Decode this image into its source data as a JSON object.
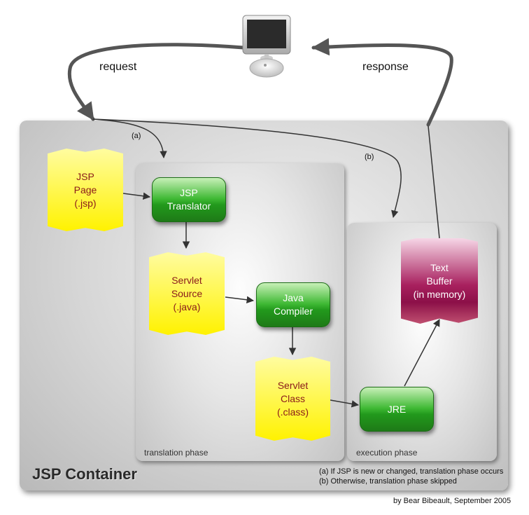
{
  "flow_labels": {
    "request": "request",
    "response": "response",
    "path_a": "(a)",
    "path_b": "(b)"
  },
  "container": {
    "title": "JSP Container",
    "translation_phase": "translation phase",
    "execution_phase": "execution phase"
  },
  "nodes": {
    "jsp_page": "JSP\nPage\n(.jsp)",
    "jsp_translator": "JSP\nTranslator",
    "servlet_source": "Servlet\nSource\n(.java)",
    "java_compiler": "Java\nCompiler",
    "servlet_class": "Servlet\nClass\n(.class)",
    "jre": "JRE",
    "text_buffer": "Text\nBuffer\n(in memory)"
  },
  "notes": {
    "a": "(a) If JSP is new or changed, translation phase occurs",
    "b": "(b) Otherwise, translation phase skipped"
  },
  "credit": "by Bear Bibeault, September 2005",
  "colors": {
    "document_yellow": "#fff200",
    "process_green": "#2ea82a",
    "buffer_magenta": "#a8205e",
    "label_text": "#8a1a1a"
  }
}
